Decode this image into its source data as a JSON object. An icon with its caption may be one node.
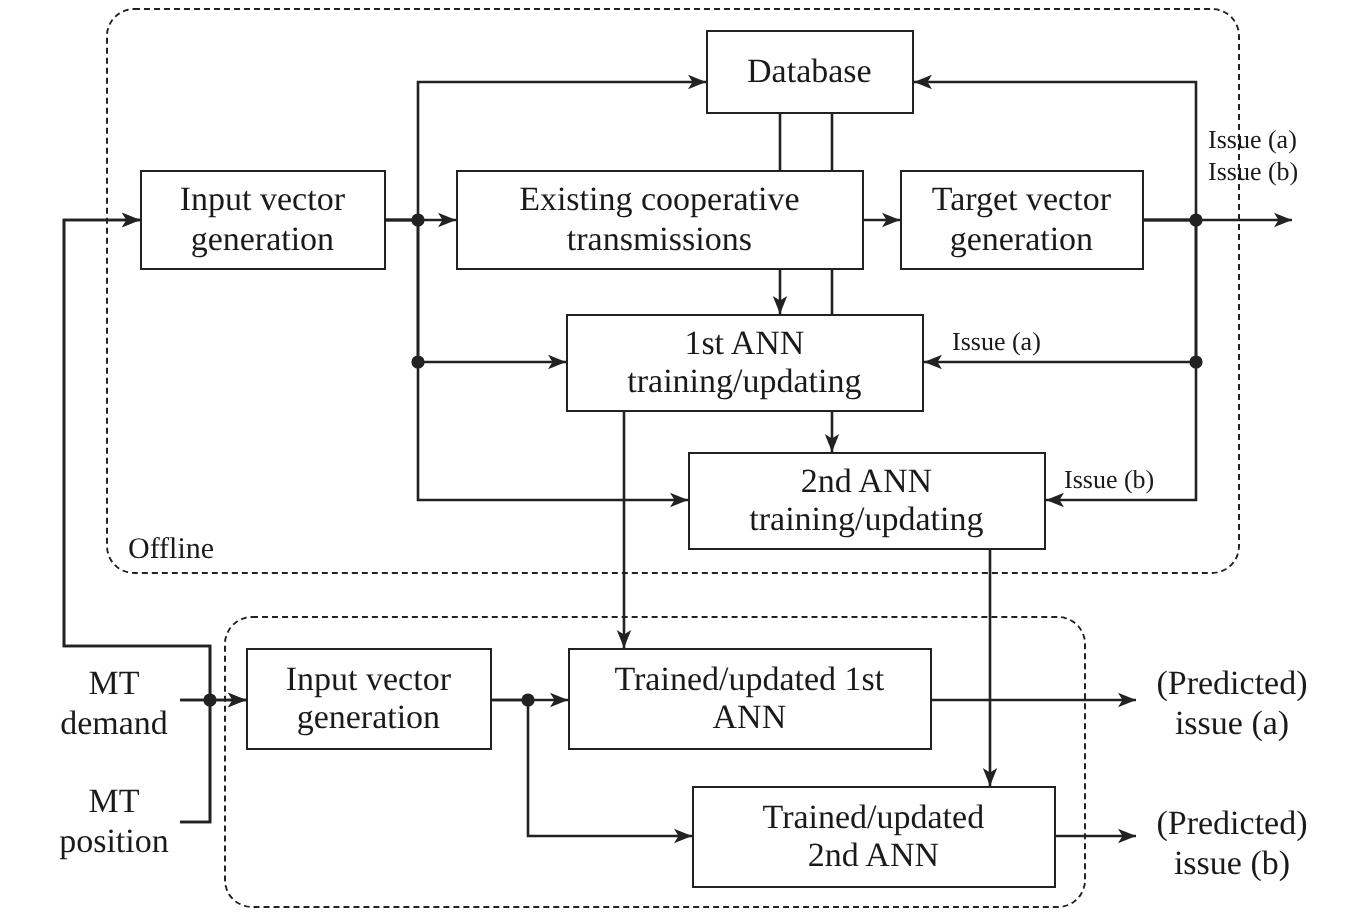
{
  "diagram": {
    "nodes": [
      {
        "text": [
          "Offline"
        ]
      },
      {
        "text": [
          "Input vector generation"
        ],
        "in": 0
      },
      {
        "text": [
          "Database"
        ],
        "in": 0
      },
      {
        "text": [
          "Existing cooperative transmissions"
        ],
        "in": 0
      },
      {
        "text": [
          "Target vector generation"
        ],
        "in": 0
      },
      {
        "text": [
          "1st ANN training/updating"
        ],
        "in": 0
      },
      {
        "text": [
          "2nd ANN training/updating"
        ],
        "in": 0
      },
      {
        "text": [],
        "shape": "box"
      },
      {
        "text": [
          "MT demand"
        ]
      },
      {
        "text": [
          "MT position"
        ]
      },
      {
        "text": [
          "Input vector generation"
        ],
        "in": 7
      },
      {
        "text": [
          "Trained/updated 1st ANN"
        ],
        "in": 7
      },
      {
        "text": [
          "Trained/updated 2nd ANN"
        ],
        "in": 7
      },
      {
        "text": [
          "(Predicted) issue (a)"
        ]
      },
      {
        "text": [
          "(Predicted) issue (b)"
        ]
      }
    ],
    "edges": [
      {
        "from": 1,
        "to": 3,
        "arrow": "to"
      },
      {
        "from": 1,
        "to": 2,
        "arrow": "to"
      },
      {
        "from": 1,
        "to": 5,
        "arrow": "to"
      },
      {
        "from": 1,
        "to": 6,
        "arrow": "to"
      },
      {
        "from": 3,
        "to": 4,
        "arrow": "to"
      },
      {
        "from": 3,
        "to": 5,
        "arrow": "to"
      },
      {
        "from": 2,
        "to": 3,
        "arrow": "none"
      },
      {
        "from": 2,
        "to": 3,
        "arrow": "none"
      },
      {
        "from": 3,
        "to": 5,
        "arrow": "none"
      },
      {
        "from": 5,
        "to": 6,
        "arrow": "to"
      },
      {
        "from": 4,
        "to": 2,
        "arrow": "to"
      },
      {
        "from": 4,
        "to": null,
        "arrow": "to",
        "label": "Issue (a) Issue (b)"
      },
      {
        "from": 4,
        "to": 5,
        "arrow": "to",
        "label": "Issue (a)"
      },
      {
        "from": 4,
        "to": 6,
        "arrow": "to",
        "label": "Issue (b)"
      },
      {
        "from": 5,
        "to": 11,
        "arrow": "to"
      },
      {
        "from": 6,
        "to": 12,
        "arrow": "to"
      },
      {
        "from": 8,
        "to": 10,
        "arrow": "to"
      },
      {
        "from": 9,
        "to": 10,
        "arrow": "to"
      },
      {
        "from": 8,
        "to": 1,
        "arrow": "to"
      },
      {
        "from": 9,
        "to": 1,
        "arrow": "to"
      },
      {
        "from": 10,
        "to": 11,
        "arrow": "to"
      },
      {
        "from": 10,
        "to": 12,
        "arrow": "to"
      },
      {
        "from": 11,
        "to": 13,
        "arrow": "to"
      },
      {
        "from": 12,
        "to": 14,
        "arrow": "to"
      }
    ]
  }
}
